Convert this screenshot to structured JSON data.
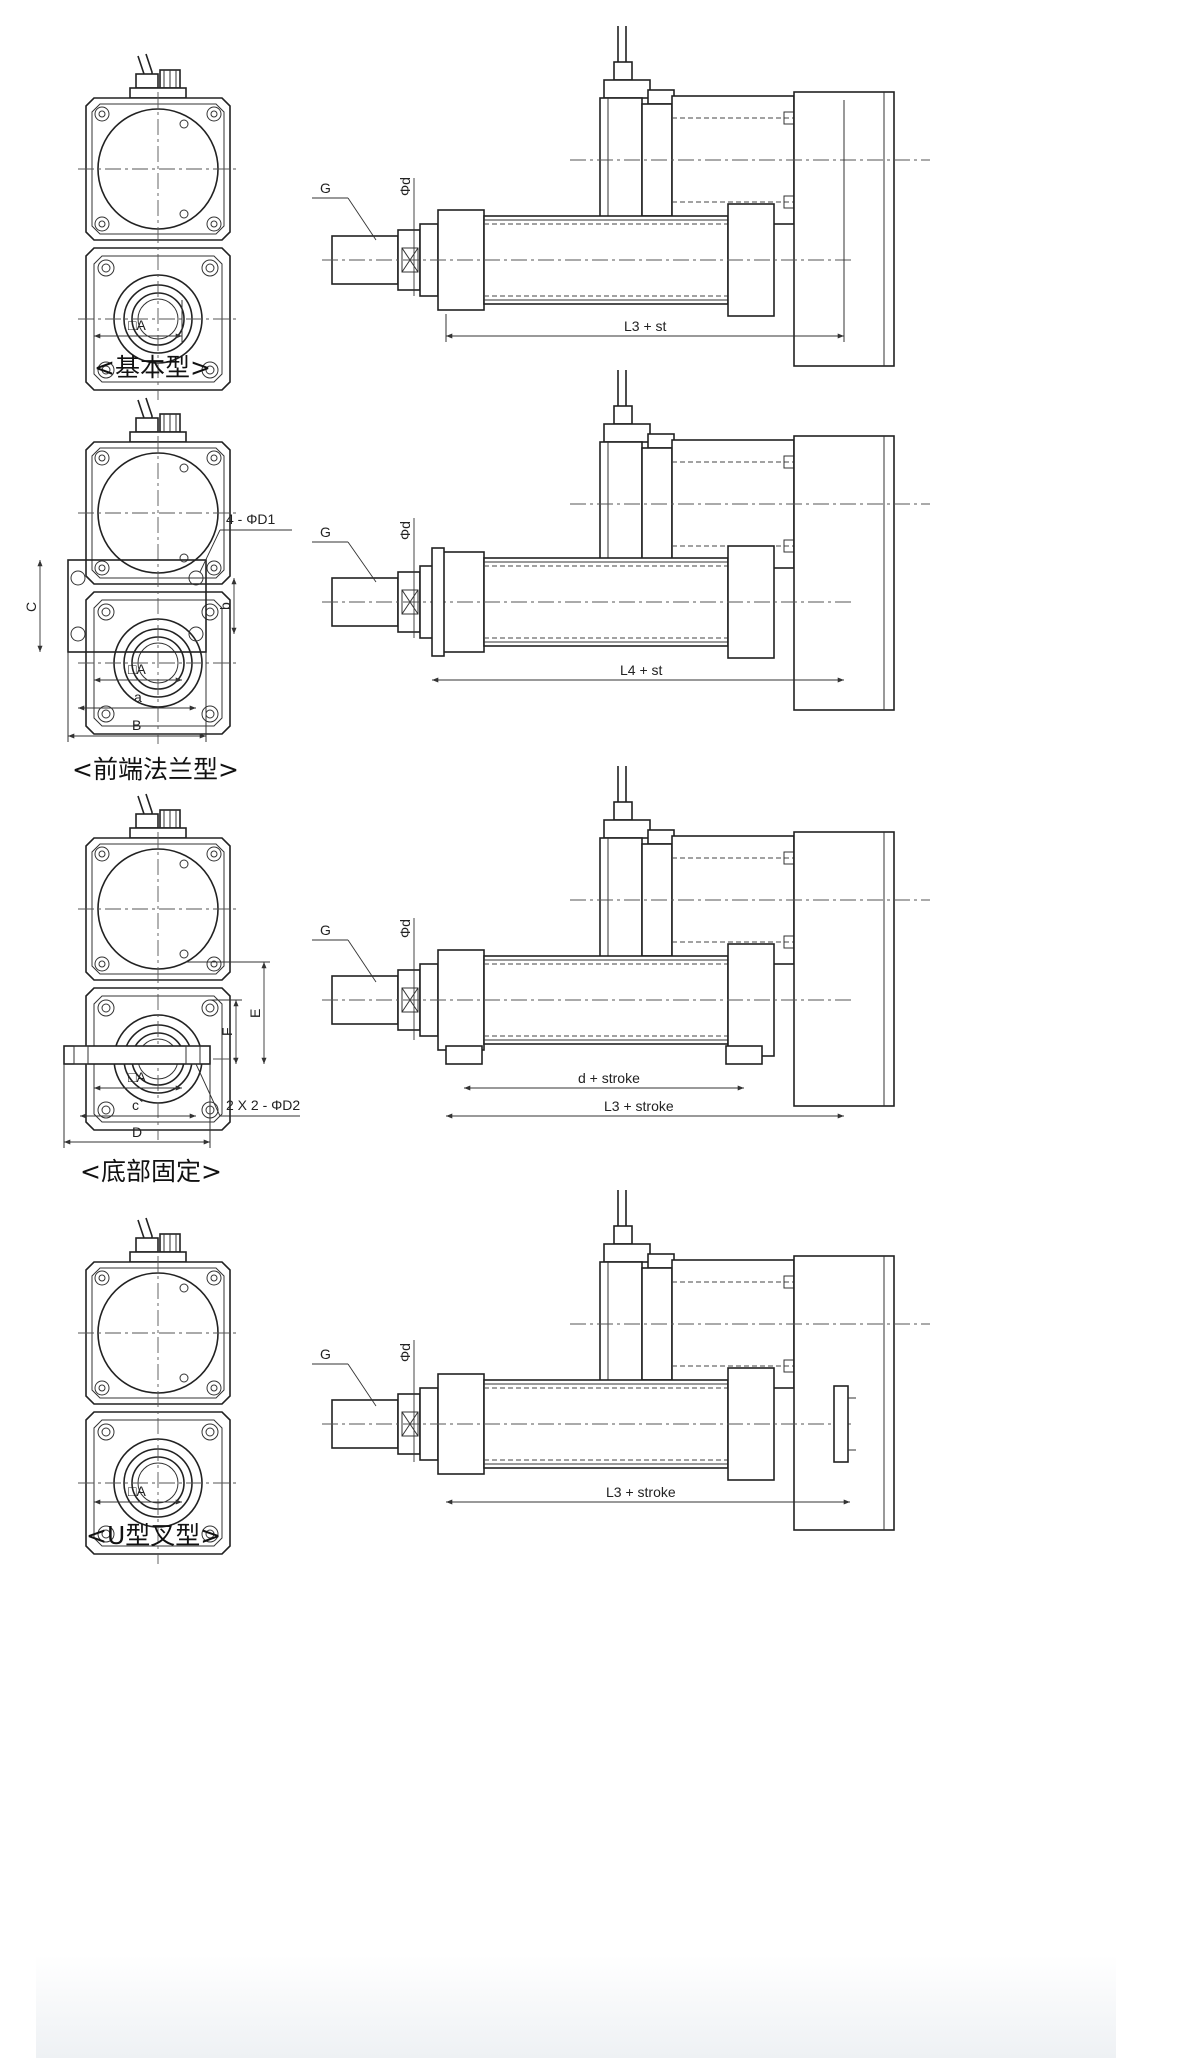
{
  "sections": [
    {
      "caption": "<基本型>",
      "labels": {
        "g": "G",
        "phi_d": "Φd",
        "sq_a": "□A",
        "length": "L3 + st"
      }
    },
    {
      "caption": "<前端法兰型>",
      "labels": {
        "g": "G",
        "phi_d": "Φd",
        "sq_a": "□A",
        "length": "L4 + st",
        "holes": "4 - ΦD1",
        "c": "C",
        "b": "b",
        "a": "a",
        "B": "B"
      }
    },
    {
      "caption": "<底部固定>",
      "labels": {
        "g": "G",
        "phi_d": "Φd",
        "sq_a": "□A",
        "length": "L3 + stroke",
        "d_stroke": "d + stroke",
        "E": "E",
        "F": "F",
        "c_prime": "c`",
        "D": "D",
        "holes": "2 X 2 - ΦD2"
      }
    },
    {
      "caption": "<U型叉型>",
      "labels": {
        "g": "G",
        "phi_d": "Φd",
        "sq_a": "□A",
        "length": "L3 + stroke"
      }
    }
  ]
}
